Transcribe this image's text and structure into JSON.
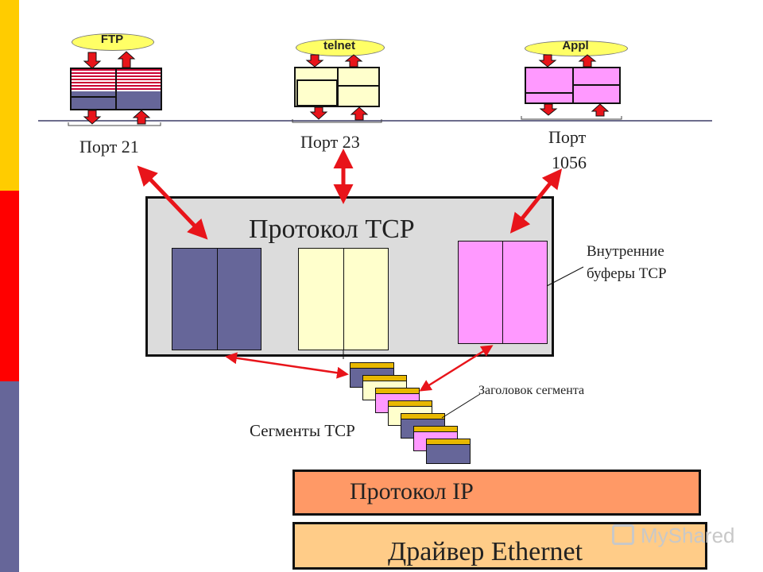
{
  "apps": {
    "ftp": "FTP",
    "telnet": "telnet",
    "appl": "Appl"
  },
  "ports": {
    "p21": "Порт 21",
    "p23": "Порт 23",
    "p1056_line1": "Порт",
    "p1056_line2": "1056"
  },
  "tcp": {
    "title": "Протокол TCP",
    "buffers_label_line1": "Внутренние",
    "buffers_label_line2": "буферы TCP"
  },
  "segments": {
    "label": "Сегменты TCP",
    "header_label": "Заголовок сегмента"
  },
  "ip": {
    "label": "Протокол IP"
  },
  "ethernet": {
    "label": "Драйвер Ethernet"
  },
  "watermark": {
    "text": "MyShared"
  },
  "colors": {
    "band_yellow": "#ffcc00",
    "band_red": "#ff0000",
    "band_slate": "#666699",
    "arrow_red": "#e8141a",
    "slate_fill": "#666699",
    "pale_yellow": "#ffffcc",
    "pink": "#ff99ff",
    "ip_fill": "#ff9966",
    "ethernet_fill": "#ffcc88"
  }
}
